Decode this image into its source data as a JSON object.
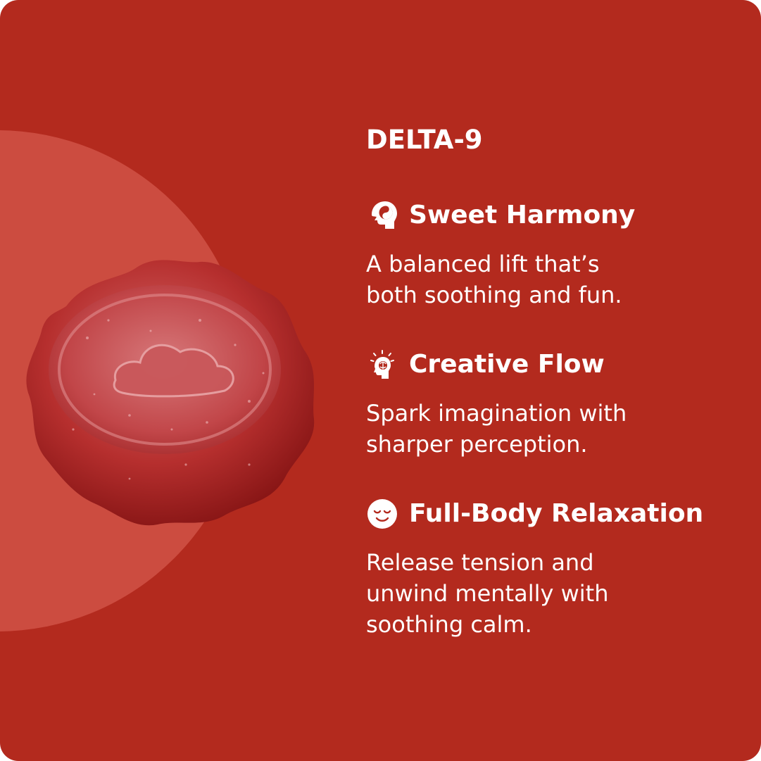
{
  "colors": {
    "background": "#b32a1e",
    "circle": "#cc4c40",
    "gummy_dark": "#8f1515",
    "gummy_mid": "#b8302c",
    "gummy_light": "#d5666a",
    "text": "#ffffff"
  },
  "product": {
    "title": "DELTA-9",
    "image_icon": "red-gummy-image"
  },
  "features": [
    {
      "icon": "yin-yang-head-icon",
      "title": "Sweet Harmony",
      "desc_lines": [
        "A balanced lift that’s",
        "both soothing and fun."
      ]
    },
    {
      "icon": "brain-lightbulb-head-icon",
      "title": "Creative Flow",
      "desc_lines": [
        "Spark imagination with",
        "sharper perception."
      ]
    },
    {
      "icon": "relaxed-face-icon",
      "title": "Full-Body Relaxation",
      "desc_lines": [
        "Release tension and",
        "unwind mentally with",
        "soothing calm."
      ]
    }
  ]
}
